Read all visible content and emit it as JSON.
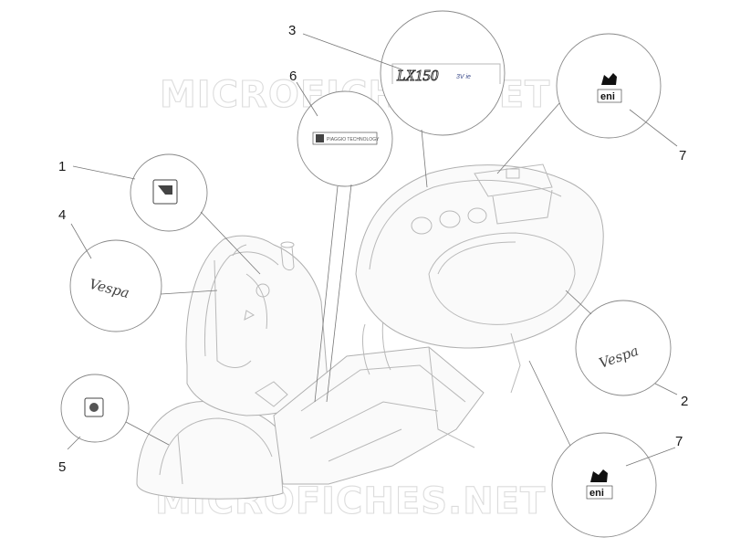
{
  "watermark": {
    "top": "MICROFICHES.NET",
    "bottom": "MICROFICHES.NET"
  },
  "callouts": [
    {
      "id": "c1",
      "label": "1"
    },
    {
      "id": "c2",
      "label": "2"
    },
    {
      "id": "c3",
      "label": "3"
    },
    {
      "id": "c4",
      "label": "4"
    },
    {
      "id": "c5",
      "label": "5"
    },
    {
      "id": "c6",
      "label": "6"
    },
    {
      "id": "c7a",
      "label": "7"
    },
    {
      "id": "c7b",
      "label": "7"
    }
  ],
  "parts": {
    "lx_badge": {
      "main": "LX150",
      "sub": "3V ie"
    },
    "piaggio_badge": {
      "text": "PIAGGIO TECHNOLOGY"
    },
    "vespa_emblem_left": {
      "text": "Vespa"
    },
    "vespa_emblem_right": {
      "text": "Vespa"
    },
    "eni_top": {
      "text": "eni"
    },
    "eni_bottom": {
      "text": "eni"
    }
  },
  "colors": {
    "line": "#777777",
    "body": "#b9b9b9",
    "watermark": "#dcdcdc",
    "lx_accent": "#3a4a8a"
  }
}
